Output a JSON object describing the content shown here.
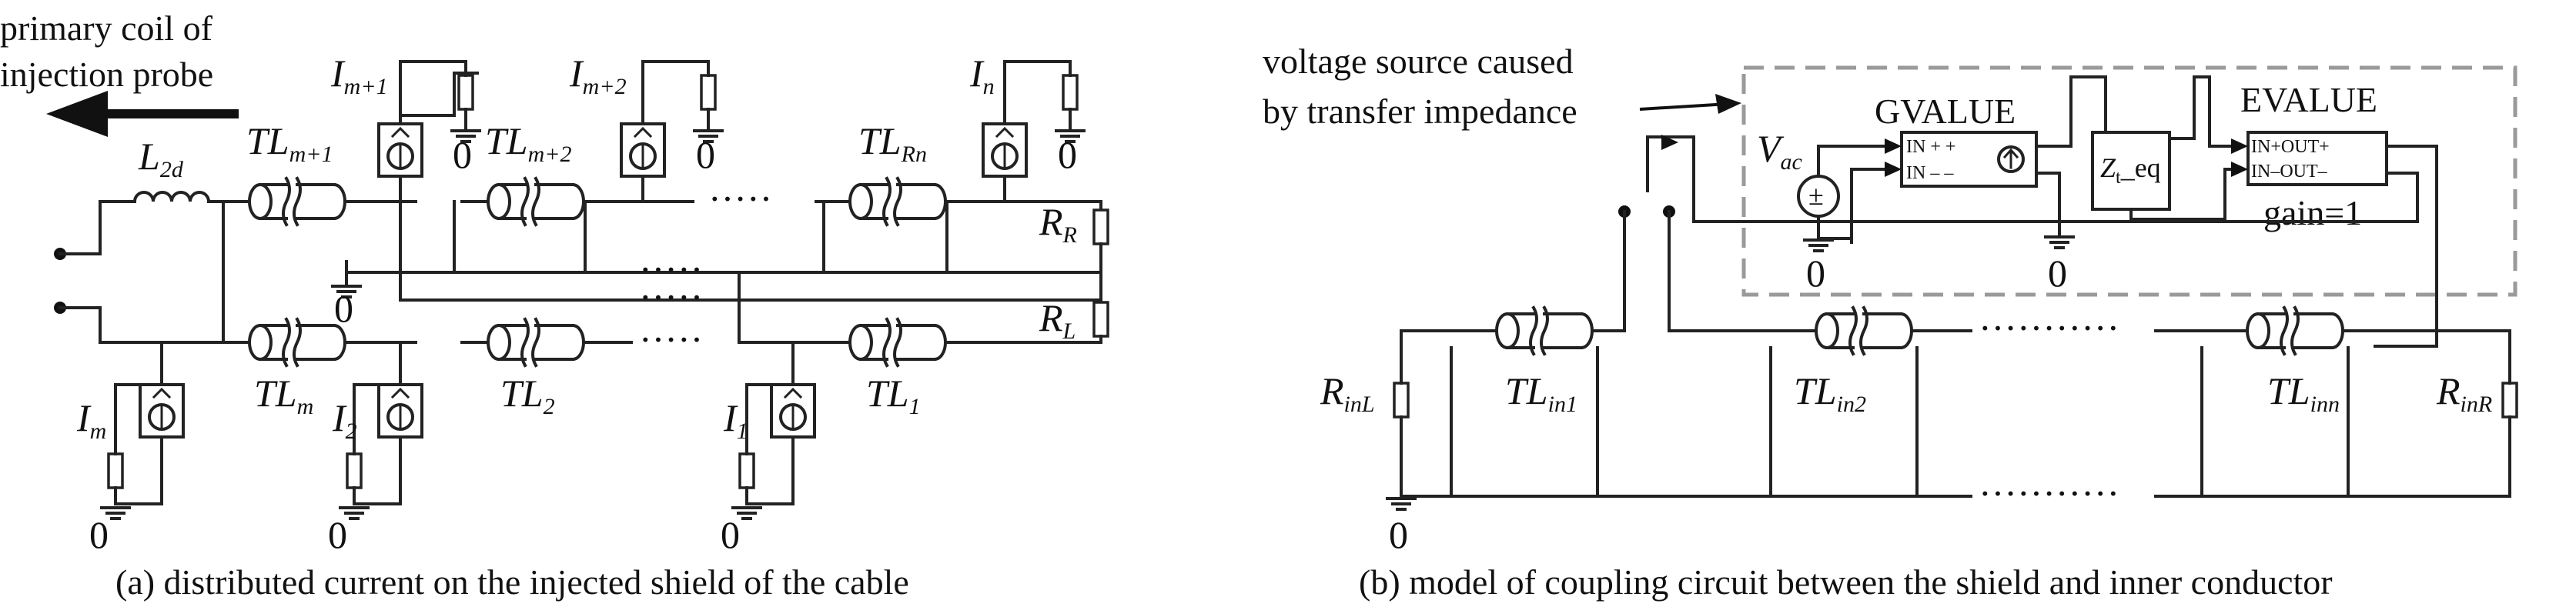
{
  "left": {
    "probe_line1": "primary coil of",
    "probe_line2": "injection probe",
    "L2d_main": "L",
    "L2d_sub": "2d",
    "TL_mp1_main": "TL",
    "TL_mp1_sub": "m+1",
    "TL_mp2_main": "TL",
    "TL_mp2_sub": "m+2",
    "TL_Rn_main": "TL",
    "TL_Rn_sub": "Rn",
    "TL_m_main": "TL",
    "TL_m_sub": "m",
    "TL_2_main": "TL",
    "TL_2_sub": "2",
    "TL_1_main": "TL",
    "TL_1_sub": "1",
    "I_mp1_main": "I",
    "I_mp1_sub": "m+1",
    "I_mp2_main": "I",
    "I_mp2_sub": "m+2",
    "I_n_main": "I",
    "I_n_sub": "n",
    "I_m_main": "I",
    "I_m_sub": "m",
    "I_2_main": "I",
    "I_2_sub": "2",
    "I_1_main": "I",
    "I_1_sub": "1",
    "RR_main": "R",
    "RR_sub": "R",
    "RL_main": "R",
    "RL_sub": "L",
    "zero": "0",
    "caption": "(a) distributed current on the injected shield of the cable"
  },
  "right": {
    "vs_line1": "voltage source caused",
    "vs_line2": "by transfer impedance",
    "gvalue": "GVALUE",
    "evalue": "EVALUE",
    "g_in_p": "IN + +",
    "g_in_n": "IN – –",
    "e_in_p": "IN+OUT+",
    "e_in_n": "IN–OUT–",
    "zt_main": "Z",
    "zt_sub": "t",
    "zt_rest": "_eq",
    "vac_main": "V",
    "vac_sub": "ac",
    "gain": "gain=1",
    "RinL_main": "R",
    "RinL_sub": "inL",
    "RinR_main": "R",
    "RinR_sub": "inR",
    "TLin1_main": "TL",
    "TLin1_sub": "in1",
    "TLin2_main": "TL",
    "TLin2_sub": "in2",
    "TLinn_main": "TL",
    "TLinn_sub": "inn",
    "zero": "0",
    "caption": "(b) model of coupling circuit between the shield and inner conductor"
  }
}
